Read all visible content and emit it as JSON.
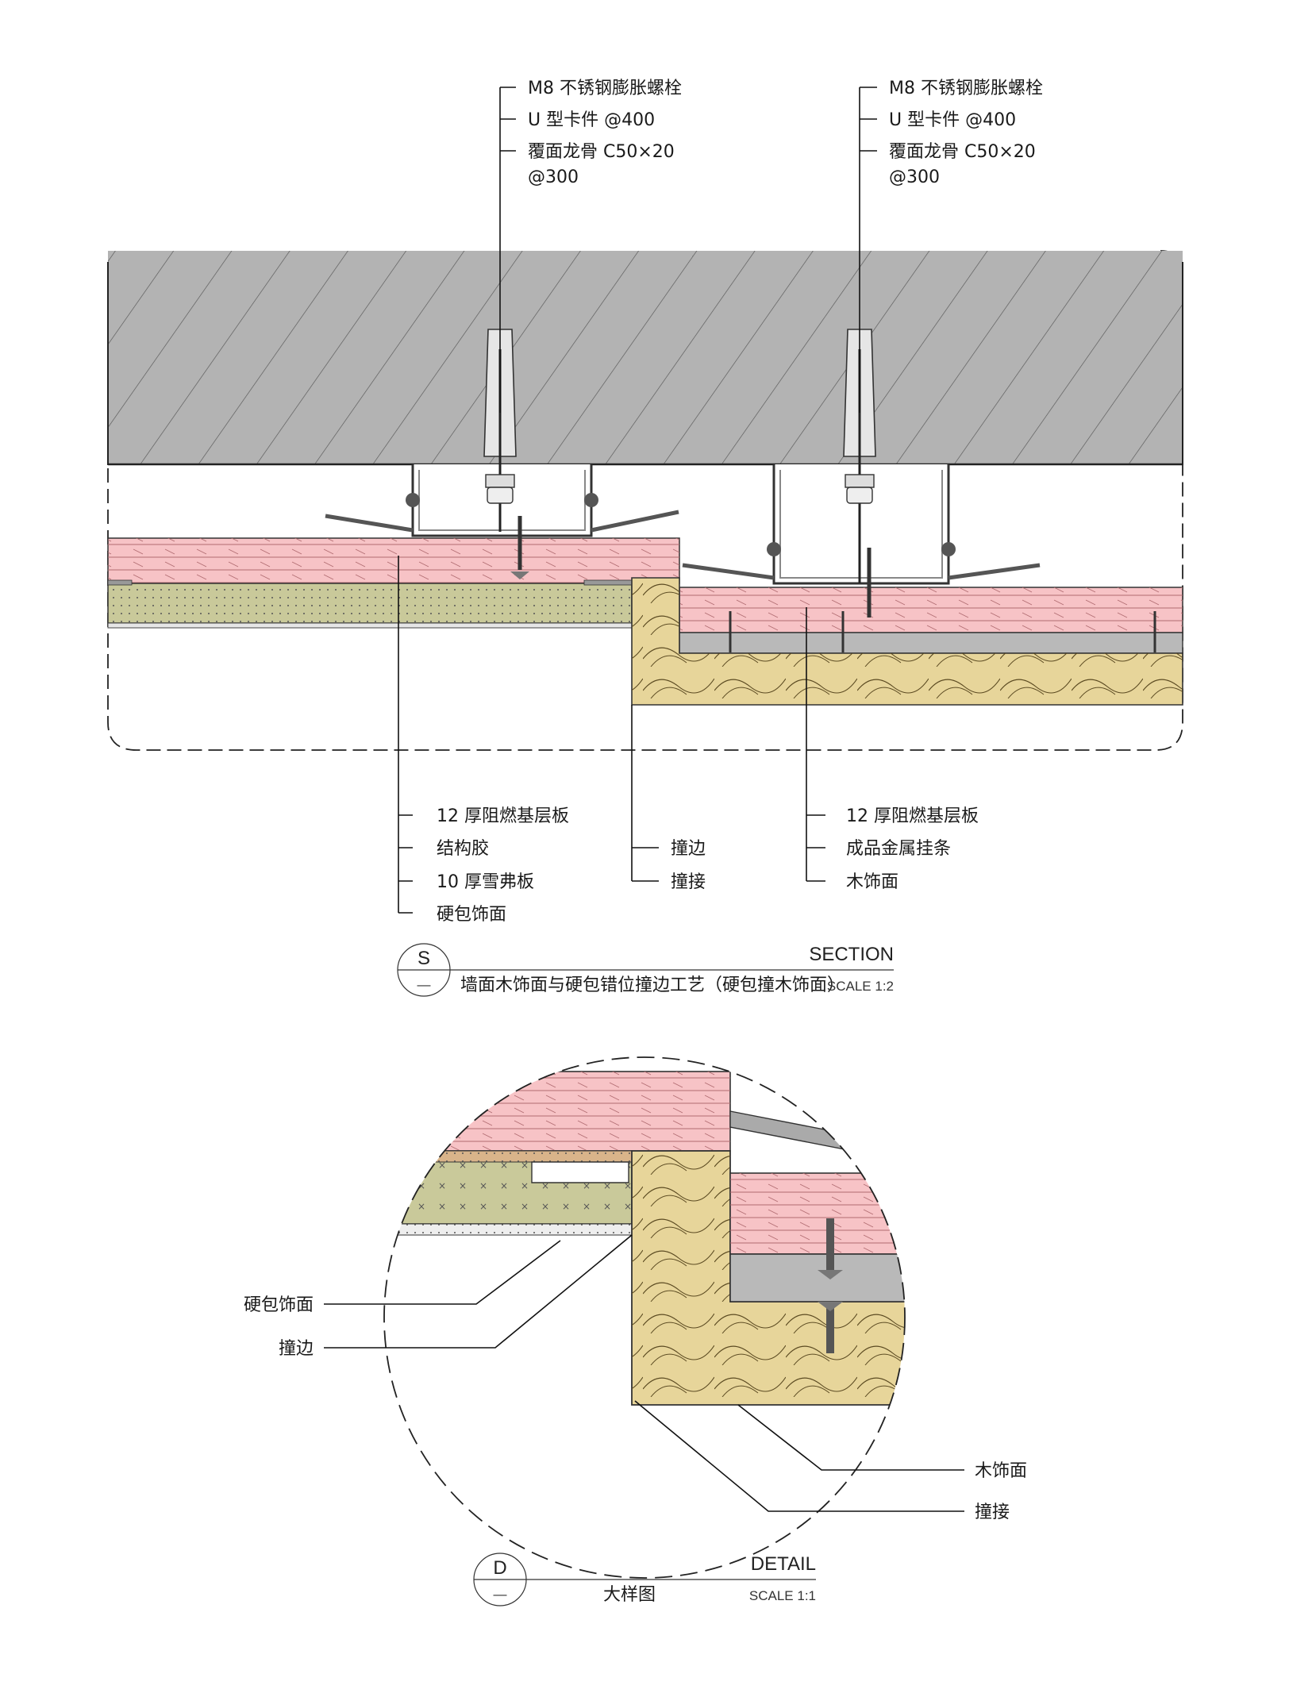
{
  "section": {
    "callouts_top_left": [
      "M8 不锈钢膨胀螺栓",
      "U 型卡件 @400",
      "覆面龙骨 C50×20",
      "@300"
    ],
    "callouts_top_right": [
      "M8 不锈钢膨胀螺栓",
      "U 型卡件 @400",
      "覆面龙骨 C50×20",
      "@300"
    ],
    "callouts_bottom_left": [
      "12 厚阻燃基层板",
      "结构胶",
      "10 厚雪弗板",
      "硬包饰面"
    ],
    "callouts_bottom_mid": [
      "撞边",
      "撞接"
    ],
    "callouts_bottom_right": [
      "12 厚阻燃基层板",
      "成品金属挂条",
      "木饰面"
    ],
    "symbol_letter": "S",
    "symbol_sub": "—",
    "kind": "SECTION",
    "title": "墙面木饰面与硬包错位撞边工艺（硬包撞木饰面）",
    "scale": "SCALE 1:2"
  },
  "detail": {
    "callouts_left": [
      "硬包饰面",
      "撞边"
    ],
    "callouts_right": [
      "木饰面",
      "撞接"
    ],
    "symbol_letter": "D",
    "symbol_sub": "—",
    "kind": "DETAIL",
    "title": "大样图",
    "scale": "SCALE 1:1"
  },
  "colors": {
    "concrete": "#b3b3b3",
    "pink_board": "#f7c3c6",
    "foam": "#c9c99a",
    "wood": "#e7d59a",
    "metal": "#b9b9b9"
  }
}
